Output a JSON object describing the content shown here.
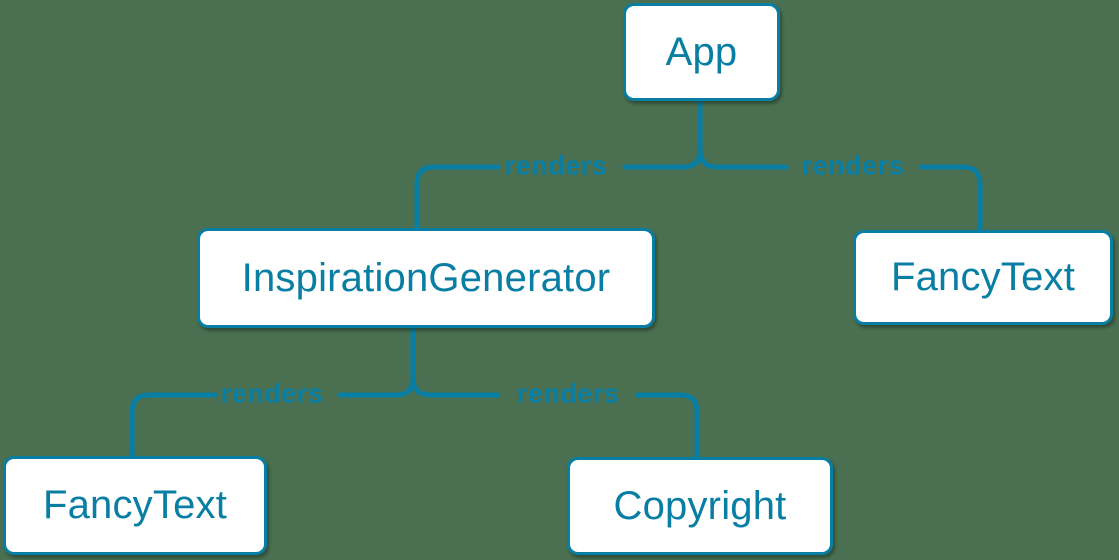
{
  "diagram": {
    "colors": {
      "background": "#4b7051",
      "accent": "#087ea4",
      "node_fill": "#ffffff"
    },
    "nodes": [
      {
        "id": "app",
        "label": "App"
      },
      {
        "id": "inspiration-generator",
        "label": "InspirationGenerator"
      },
      {
        "id": "fancy-text-top",
        "label": "FancyText"
      },
      {
        "id": "fancy-text-bottom",
        "label": "FancyText"
      },
      {
        "id": "copyright",
        "label": "Copyright"
      }
    ],
    "edges": [
      {
        "from": "App",
        "to": "InspirationGenerator",
        "label": "renders"
      },
      {
        "from": "App",
        "to": "FancyText",
        "label": "renders"
      },
      {
        "from": "InspirationGenerator",
        "to": "FancyText",
        "label": "renders"
      },
      {
        "from": "InspirationGenerator",
        "to": "Copyright",
        "label": "renders"
      }
    ]
  }
}
